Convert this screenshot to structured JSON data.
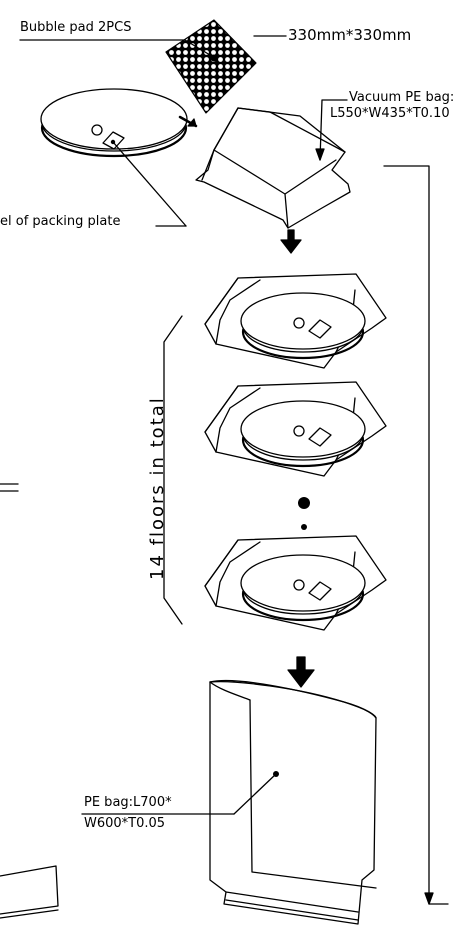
{
  "labels": {
    "bubble_pad": "Bubble pad 2PCS",
    "pad_size": "330mm*330mm",
    "vacuum_bag_line1": "Vacuum PE bag:",
    "vacuum_bag_line2": "L550*W435*T0.10",
    "packing_plate_label": "el of packing plate",
    "floors_total": "14 floors in total",
    "pe_bag_line1": "PE bag:L700*",
    "pe_bag_line2": "W600*T0.05"
  }
}
